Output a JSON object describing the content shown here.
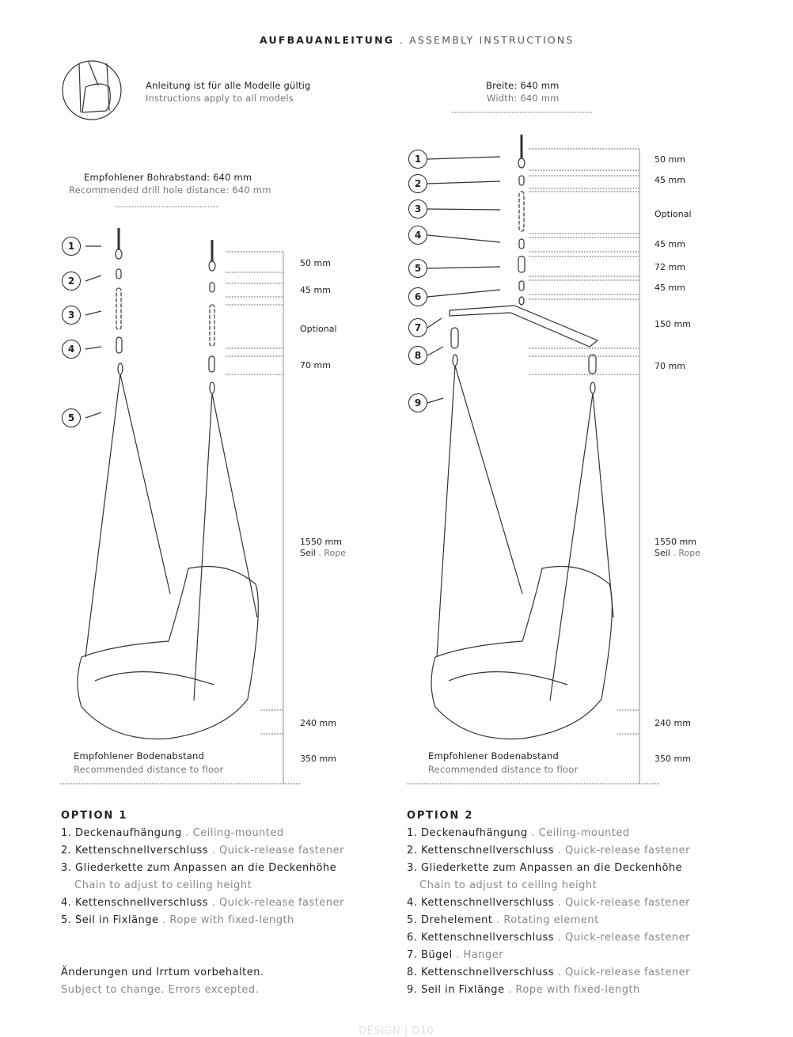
{
  "header": {
    "title_de": "AUFBAUANLEITUNG",
    "title_en": ". ASSEMBLY INSTRUCTIONS"
  },
  "intro": {
    "de": "Anleitung ist für alle Modelle gültig",
    "en": "Instructions apply to all models"
  },
  "width": {
    "de": "Breite: 640 mm",
    "en": "Width: 640 mm"
  },
  "drill": {
    "de": "Empfohlener Bohrabstand: 640 mm",
    "en": "Recommended drill hole distance: 640 mm"
  },
  "floor": {
    "de": "Empfohlener Bodenabstand",
    "en": "Recommended distance to floor"
  },
  "left_numbers": [
    "1",
    "2",
    "3",
    "4",
    "5"
  ],
  "right_numbers": [
    "1",
    "2",
    "3",
    "4",
    "5",
    "6",
    "7",
    "8",
    "9"
  ],
  "left_dims": [
    "50 mm",
    "45 mm",
    "Optional",
    "70 mm",
    "1550 mm",
    "240 mm",
    "350 mm"
  ],
  "right_dims": [
    "50 mm",
    "45 mm",
    "Optional",
    "45 mm",
    "72 mm",
    "45 mm",
    "150 mm",
    "70 mm",
    "1550 mm",
    "240 mm",
    "350 mm"
  ],
  "rope": {
    "de": "Seil",
    "en": ". Rope"
  },
  "option1": {
    "title": "OPTION 1",
    "items": [
      {
        "de": "1. Deckenaufhängung",
        "en": ". Ceiling-mounted"
      },
      {
        "de": "2. Kettenschnellverschluss",
        "en": ". Quick-release fastener"
      },
      {
        "de": "3. Gliederkette zum Anpassen an die Deckenhöhe",
        "en": ""
      },
      {
        "de": "",
        "en": "Chain to adjust to ceiling height"
      },
      {
        "de": "4. Kettenschnellverschluss",
        "en": ". Quick-release fastener"
      },
      {
        "de": "5. Seil in Fixlänge",
        "en": ". Rope with fixed-length"
      }
    ]
  },
  "option2": {
    "title": "OPTION 2",
    "items": [
      {
        "de": "1. Deckenaufhängung",
        "en": ". Ceiling-mounted"
      },
      {
        "de": "2. Kettenschnellverschluss",
        "en": ". Quick-release fastener"
      },
      {
        "de": "3. Gliederkette zum Anpassen an die Deckenhöhe",
        "en": ""
      },
      {
        "de": "",
        "en": "Chain to adjust to ceiling height"
      },
      {
        "de": "4. Kettenschnellverschluss",
        "en": ". Quick-release fastener"
      },
      {
        "de": "5. Drehelement",
        "en": ". Rotating element"
      },
      {
        "de": "6. Kettenschnellverschluss",
        "en": ". Quick-release fastener"
      },
      {
        "de": "7. Bügel",
        "en": ". Hanger"
      },
      {
        "de": "8. Kettenschnellverschluss",
        "en": ". Quick-release fastener"
      },
      {
        "de": "9. Seil in Fixlänge",
        "en": ". Rope with fixed-length"
      }
    ]
  },
  "disclaimer": {
    "de": "Änderungen und Irrtum vorbehalten.",
    "en": "Subject to change. Errors excepted."
  },
  "footer": "DESIGN | D10"
}
